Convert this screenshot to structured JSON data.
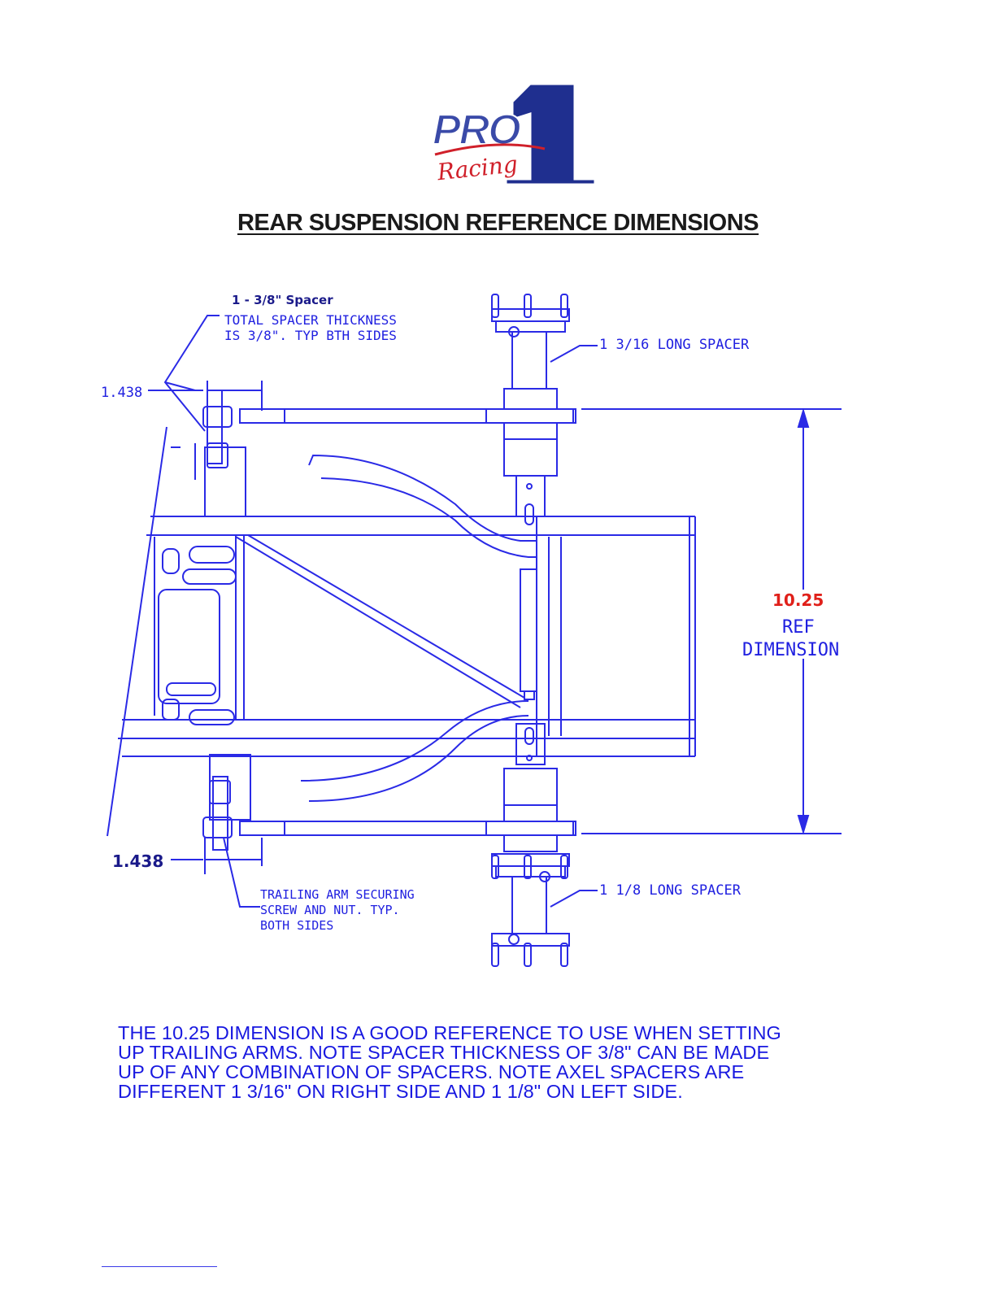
{
  "logo": {
    "brand_word": "PRO",
    "script_word": "Racing",
    "numeral": "1",
    "colors": {
      "blue": "#1f2f8f",
      "red": "#d0202a"
    }
  },
  "title": "REAR SUSPENSION REFERENCE DIMENSIONS",
  "labels": {
    "spacer_count": "1 - 3/8\" Spacer",
    "spacer_note_line1": "TOTAL SPACER THICKNESS",
    "spacer_note_line2": "IS 3/8\".  TYP BTH SIDES",
    "top_long_spacer": "1 3/16 LONG SPACER",
    "bottom_long_spacer": "1 1/8 LONG SPACER",
    "top_dim": "1.438",
    "bottom_dim": "1.438",
    "ref_value": "10.25",
    "ref_line1": "REF",
    "ref_line2": "DIMENSION",
    "screw_note_line1": "TRAILING ARM SECURING",
    "screw_note_line2": "SCREW AND NUT.  TYP.",
    "screw_note_line3": "BOTH SIDES"
  },
  "note_lines": [
    "THE 10.25 DIMENSION IS A GOOD REFERENCE TO USE WHEN SETTING",
    "UP TRAILING ARMS. NOTE SPACER THICKNESS OF 3/8\" CAN BE MADE",
    "UP OF ANY COMBINATION OF SPACERS. NOTE AXEL SPACERS ARE",
    "DIFFERENT 1 3/16\" ON RIGHT SIDE AND 1 1/8\" ON LEFT SIDE."
  ],
  "colors": {
    "drawing": "#2a2ae6",
    "ref_value": "#e0201a",
    "title": "#1a1a1a"
  }
}
